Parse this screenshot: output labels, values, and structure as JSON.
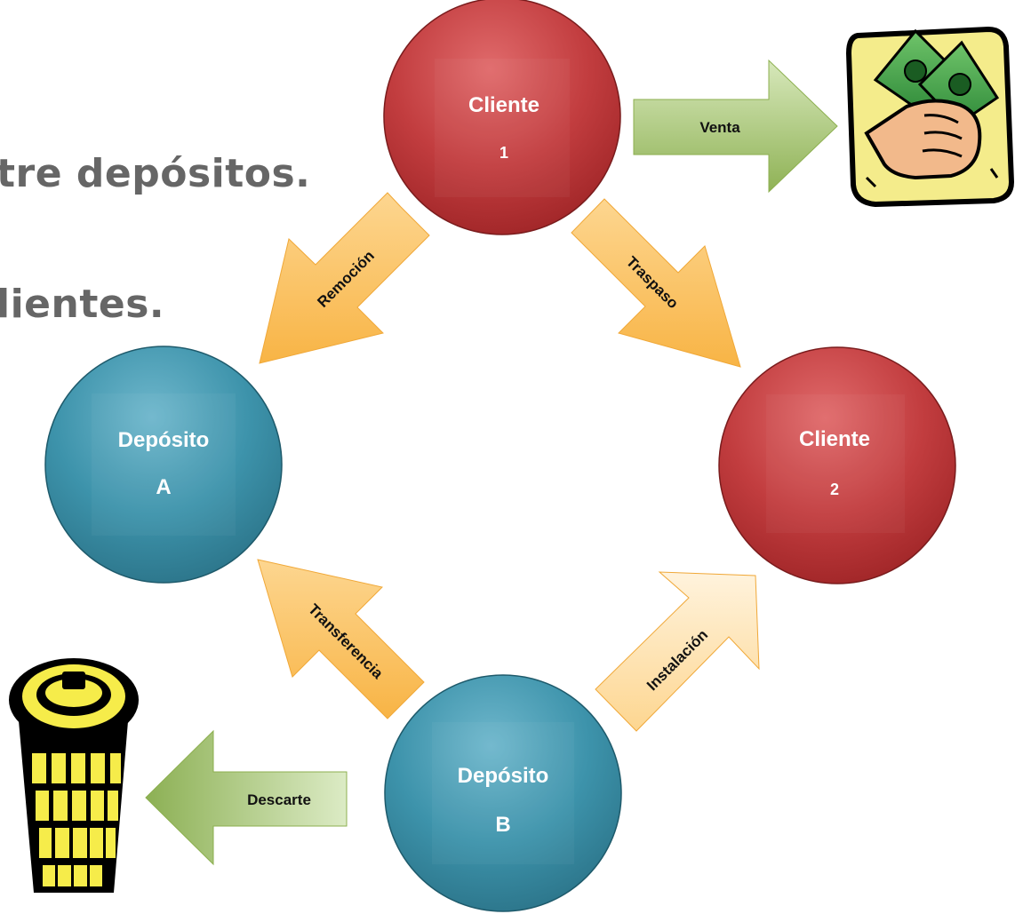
{
  "background_text": {
    "line1": "tre depósitos.",
    "line2": "lientes."
  },
  "nodes": {
    "cliente1": {
      "line1": "Cliente",
      "line2": "1"
    },
    "cliente2": {
      "line1": "Cliente",
      "line2": "2"
    },
    "depositoA": {
      "line1": "Depósito",
      "line2": "A"
    },
    "depositoB": {
      "line1": "Depósito",
      "line2": "B"
    }
  },
  "arrows": {
    "venta": "Venta",
    "remocion": "Remoción",
    "traspaso": "Traspaso",
    "transferencia": "Transferencia",
    "instalacion": "Instalación",
    "descarte": "Descarte"
  },
  "colors": {
    "client_fill": "#c0393b",
    "deposit_fill": "#3a8ea6",
    "orange_arrow": "#fbbe50",
    "green_arrow": "#9dbd64"
  },
  "icons": {
    "money": "money-fist-icon",
    "trash": "trash-can-icon"
  }
}
